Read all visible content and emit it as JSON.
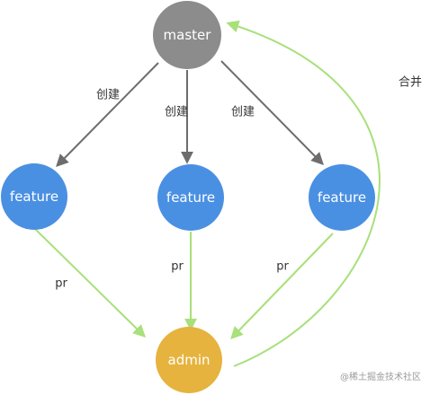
{
  "nodes": {
    "master": {
      "label": "master",
      "color": "#8c8c8c"
    },
    "feature_left": {
      "label": "feature",
      "color": "#4a90e2"
    },
    "feature_center": {
      "label": "feature",
      "color": "#4a90e2"
    },
    "feature_right": {
      "label": "feature",
      "color": "#4a90e2"
    },
    "admin": {
      "label": "admin",
      "color": "#e6b33e"
    }
  },
  "edges": {
    "create_left": {
      "label": "创建",
      "color": "#6d6d6d"
    },
    "create_center": {
      "label": "创建",
      "color": "#6d6d6d"
    },
    "create_right": {
      "label": "创建",
      "color": "#6d6d6d"
    },
    "pr_left": {
      "label": "pr",
      "color": "#a8e07a"
    },
    "pr_center": {
      "label": "pr",
      "color": "#a8e07a"
    },
    "pr_right": {
      "label": "pr",
      "color": "#a8e07a"
    },
    "merge": {
      "label": "合并",
      "color": "#a8e07a"
    }
  },
  "watermark": "@稀土掘金技术社区"
}
